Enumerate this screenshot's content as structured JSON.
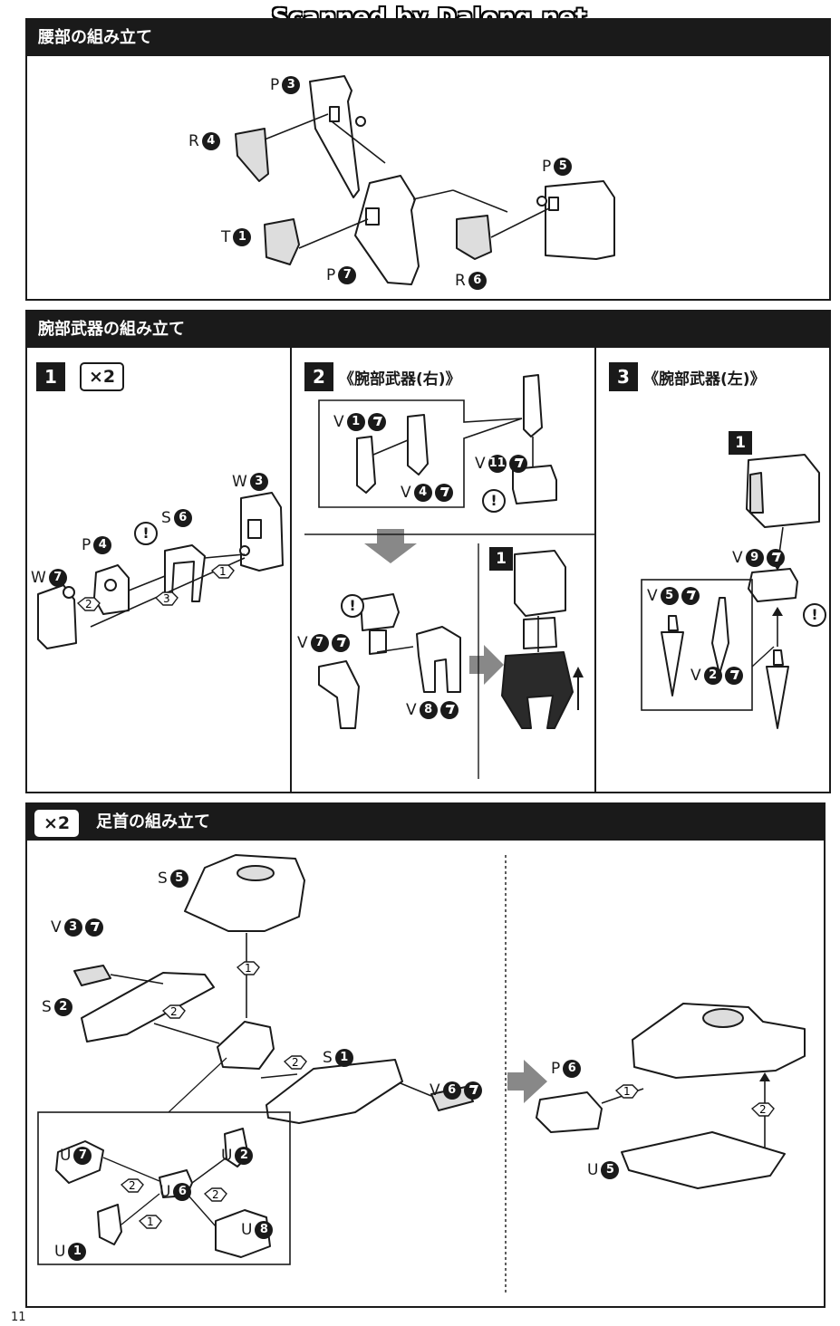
{
  "watermark": "Scanned by Dalong.net",
  "page_number": "11",
  "waist": {
    "title": "腰部の組み立て",
    "parts": [
      {
        "letter": "P",
        "num": "3"
      },
      {
        "letter": "R",
        "num": "4"
      },
      {
        "letter": "T",
        "num": "1"
      },
      {
        "letter": "P",
        "num": "7"
      },
      {
        "letter": "R",
        "num": "6"
      },
      {
        "letter": "P",
        "num": "5"
      }
    ]
  },
  "arm": {
    "title": "腕部武器の組み立て",
    "step1": {
      "num": "1",
      "mult": "×2",
      "parts": [
        {
          "letter": "W",
          "num": "3"
        },
        {
          "letter": "S",
          "num": "6"
        },
        {
          "letter": "P",
          "num": "4"
        },
        {
          "letter": "W",
          "num": "7"
        }
      ],
      "order": [
        "1",
        "2",
        "3"
      ]
    },
    "step2": {
      "num": "2",
      "title": "《腕部武器(右)》",
      "parts": [
        {
          "letter": "V",
          "num": "1"
        },
        {
          "letter": "V",
          "num": "4"
        },
        {
          "letter": "V",
          "num": "11"
        },
        {
          "letter": "V",
          "num": "7"
        },
        {
          "letter": "V",
          "num": "8"
        }
      ],
      "sub_step": "1"
    },
    "step3": {
      "num": "3",
      "title": "《腕部武器(左)》",
      "parts": [
        {
          "letter": "V",
          "num": "9"
        },
        {
          "letter": "V",
          "num": "5"
        },
        {
          "letter": "V",
          "num": "2"
        }
      ],
      "sub_step": "1"
    }
  },
  "ankle": {
    "mult": "×2",
    "title": "足首の組み立て",
    "parts": [
      {
        "letter": "S",
        "num": "5"
      },
      {
        "letter": "V",
        "num": "3"
      },
      {
        "letter": "S",
        "num": "2"
      },
      {
        "letter": "S",
        "num": "1"
      },
      {
        "letter": "V",
        "num": "6"
      },
      {
        "letter": "P",
        "num": "6"
      },
      {
        "letter": "U",
        "num": "5"
      },
      {
        "letter": "U",
        "num": "7"
      },
      {
        "letter": "U",
        "num": "2"
      },
      {
        "letter": "U",
        "num": "6"
      },
      {
        "letter": "U",
        "num": "1"
      },
      {
        "letter": "U",
        "num": "8"
      }
    ],
    "order": [
      "1",
      "2"
    ]
  },
  "warning_mark": "!"
}
